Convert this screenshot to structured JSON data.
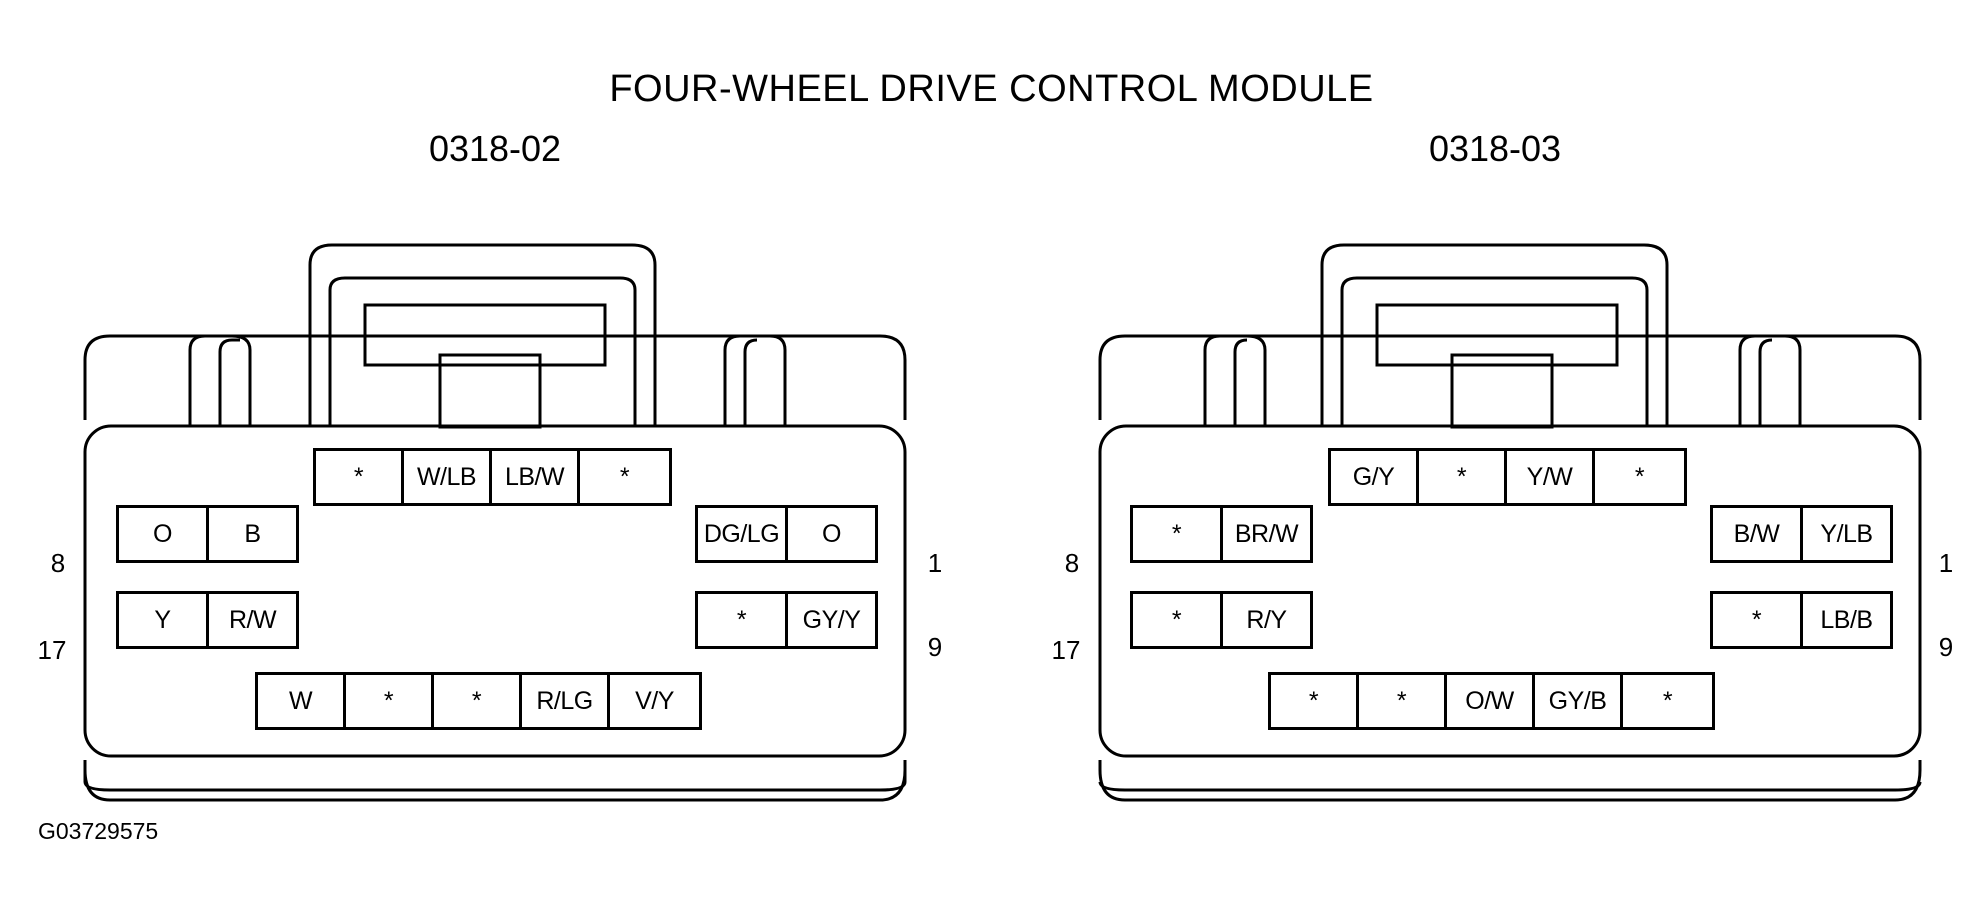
{
  "title": "FOUR-WHEEL DRIVE CONTROL MODULE",
  "figure_id": "G03729575",
  "connectors": [
    {
      "id": "0318-02",
      "pin_labels": {
        "top_left": "8",
        "bottom_left": "17",
        "top_right": "1",
        "bottom_right": "9"
      },
      "top_row": [
        "*",
        "W/LB",
        "LB/W",
        "*"
      ],
      "left_upper": [
        "O",
        "B"
      ],
      "left_lower": [
        "Y",
        "R/W"
      ],
      "right_upper": [
        "DG/LG",
        "O"
      ],
      "right_lower": [
        "*",
        "GY/Y"
      ],
      "bottom_row": [
        "W",
        "*",
        "*",
        "R/LG",
        "V/Y"
      ]
    },
    {
      "id": "0318-03",
      "pin_labels": {
        "top_left": "8",
        "bottom_left": "17",
        "top_right": "1",
        "bottom_right": "9"
      },
      "top_row": [
        "G/Y",
        "*",
        "Y/W",
        "*"
      ],
      "left_upper": [
        "*",
        "BR/W"
      ],
      "left_lower": [
        "*",
        "R/Y"
      ],
      "right_upper": [
        "B/W",
        "Y/LB"
      ],
      "right_lower": [
        "*",
        "LB/B"
      ],
      "bottom_row": [
        "*",
        "*",
        "O/W",
        "GY/B",
        "*"
      ]
    }
  ]
}
